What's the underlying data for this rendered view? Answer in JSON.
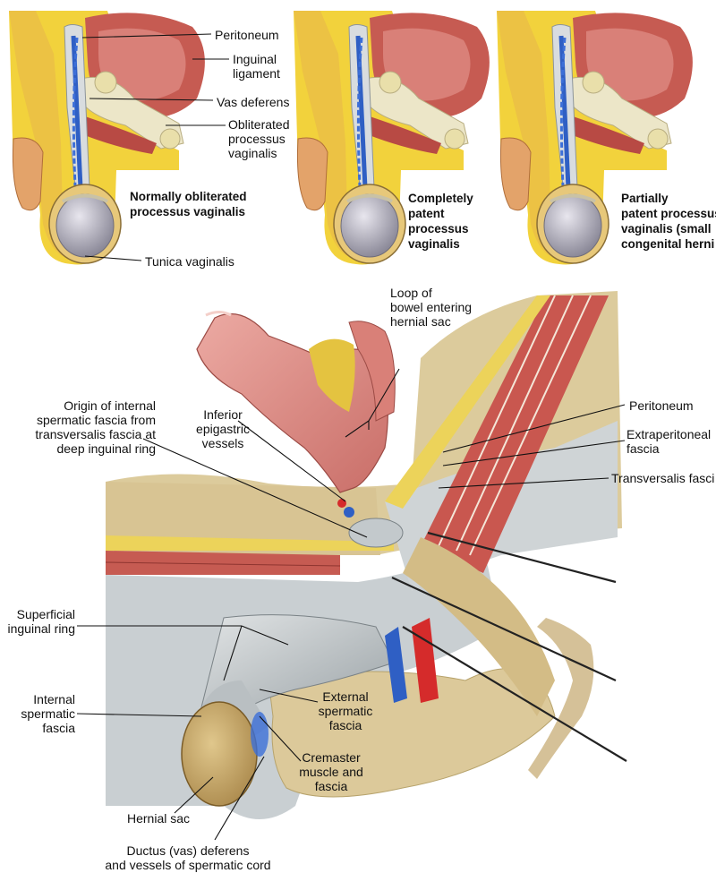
{
  "panels": [
    {
      "caption": "Normally obliterated\nprocessus vaginalis"
    },
    {
      "caption": "Completely\npatent\nprocessus\nvaginalis"
    },
    {
      "caption": "Partially\npatent processus\nvaginalis (small\ncongenital herni"
    }
  ],
  "top_labels": {
    "peritoneum": "Peritoneum",
    "inguinal_ligament": "Inguinal\nligament",
    "vas_deferens": "Vas deferens",
    "obliterated_processus": "Obliterated\nprocessus\nvaginalis",
    "tunica_vaginalis": "Tunica vaginalis"
  },
  "main_labels": {
    "loop_of_bowel": "Loop of\nbowel entering\nhernial sac",
    "origin_internal_spermatic": "Origin of internal\nspermatic fascia from\ntransversalis fascia at\ndeep inguinal ring",
    "inferior_epigastric": "Inferior\nepigastric\nvessels",
    "peritoneum": "Peritoneum",
    "extraperitoneal_fascia": "Extraperitoneal\nfascia",
    "transversalis_fascia": "Transversalis fasci",
    "superficial_inguinal_ring": "Superficial\ninguinal ring",
    "internal_spermatic_fascia": "Internal\nspermatic\nfascia",
    "external_spermatic_fascia": "External\nspermatic\nfascia",
    "cremaster": "Cremaster\nmuscle and\nfascia",
    "hernial_sac": "Hernial sac",
    "ductus_deferens": "Ductus (vas) deferens\nand vessels of spermatic cord"
  },
  "colors": {
    "fat": "#f2d23c",
    "muscle": "#c65b52",
    "bowel": "#dc8a85",
    "fascia": "#c9cfd2",
    "tan": "#d9c79a",
    "vein": "#2f5fc4",
    "artery": "#d52b2b",
    "testis": "#b9b7c3"
  }
}
